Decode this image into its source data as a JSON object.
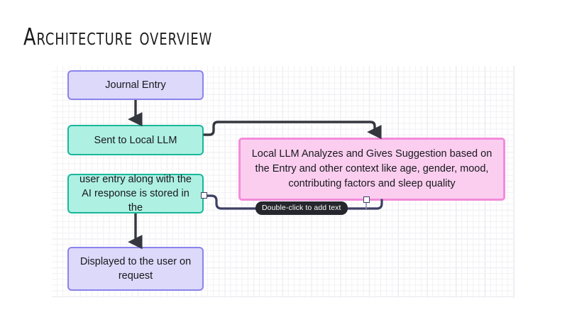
{
  "slide": {
    "title": "Architecture overview",
    "background_color": "#ffffff"
  },
  "canvas": {
    "grid_visible": true,
    "grid_minor_color": "#f1f1f4",
    "grid_major_color": "#e8e8ee"
  },
  "nodes": [
    {
      "id": "journal-entry",
      "label": "Journal Entry",
      "fill": "#dcd9fa",
      "stroke": "#8b84ec",
      "shape": "rounded-rectangle"
    },
    {
      "id": "sent-to-llm",
      "label": "Sent to Local LLM",
      "fill": "#aef0e2",
      "stroke": "#19b79a",
      "shape": "rounded-rectangle"
    },
    {
      "id": "user-entry-stored",
      "label": "user entry along with the AI response is stored in the",
      "fill": "#aef0e2",
      "stroke": "#19b79a",
      "shape": "rounded-rectangle",
      "selected": true
    },
    {
      "id": "displayed-to-user",
      "label": "Displayed to the user on request",
      "fill": "#dcd9fa",
      "stroke": "#8b84ec",
      "shape": "rounded-rectangle"
    },
    {
      "id": "llm-analysis",
      "label": "Local LLM Analyzes and Gives Suggestion based on the Entry and other context like age, gender, mood, contributing factors and sleep quality",
      "fill": "#fbcef0",
      "stroke": "#f48bdb",
      "shape": "rectangle"
    }
  ],
  "edges": [
    {
      "id": "journal-to-sent",
      "from": "journal-entry",
      "to": "sent-to-llm",
      "style": "straight-arrow",
      "color": "#35373f"
    },
    {
      "id": "sent-to-analysis",
      "from": "sent-to-llm",
      "to": "llm-analysis",
      "style": "orthogonal-arrow",
      "color": "#35373f"
    },
    {
      "id": "analysis-to-user-entry",
      "from": "user-entry-stored",
      "to": "llm-analysis",
      "style": "orthogonal",
      "color": "#3d3f63",
      "selected": true,
      "label": "Double-click to add text"
    },
    {
      "id": "user-entry-to-displayed",
      "from": "user-entry-stored",
      "to": "displayed-to-user",
      "style": "straight-arrow",
      "color": "#35373f"
    }
  ],
  "edge_label": {
    "text": "Double-click to add text",
    "background": "#26272d",
    "color": "#ffffff"
  }
}
